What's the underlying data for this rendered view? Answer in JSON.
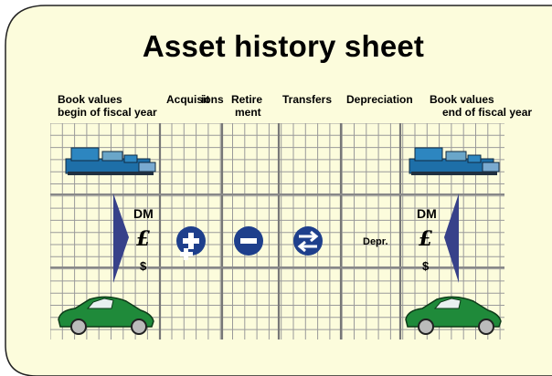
{
  "title": "Asset history sheet",
  "columns": {
    "book_begin_l1": "Book values",
    "book_begin_l2": "begin of fiscal year",
    "acq_l1": "Acquisit",
    "acq_l2": "ions",
    "retire_l1": "Retire",
    "retire_l2": "ment",
    "transfers": "Transfers",
    "depreciation": "Depreciation",
    "book_end_l1": "Book values",
    "book_end_l2": "end of fiscal year"
  },
  "currencies_left": {
    "dm": "DM",
    "pound": "£",
    "dollar": "$"
  },
  "currencies_right": {
    "dm": "DM",
    "pound": "£",
    "dollar": "$"
  },
  "depr_label": "Depr.",
  "colors": {
    "panel_fill": "#fcfcdc",
    "grid_line": "#9a9a9a",
    "circle": "#1e3f8c",
    "arrow": "#37418a",
    "car": "#1f8a3a",
    "machine": "#1e6fa8"
  }
}
